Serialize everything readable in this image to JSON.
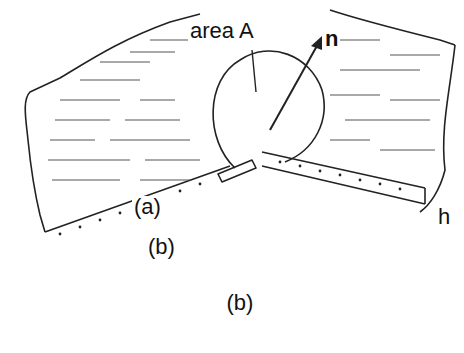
{
  "diagram": {
    "caption": "(b)",
    "labels": [
      "area A",
      "n",
      "(a)",
      "(b)",
      "h"
    ]
  }
}
